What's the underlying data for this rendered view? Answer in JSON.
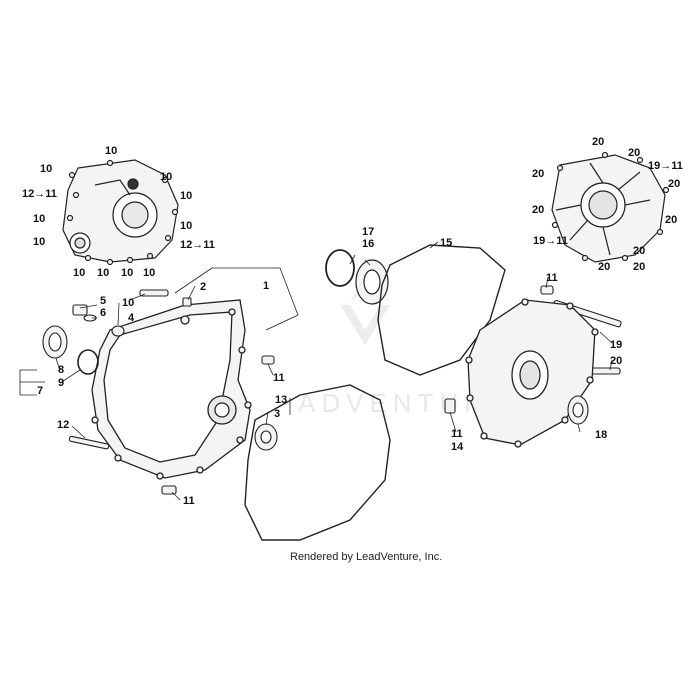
{
  "credit": "Rendered by LeadVenture, Inc.",
  "watermark": "ADVENTURE",
  "colors": {
    "line": "#222222",
    "part_fill": "#f4f4f4",
    "watermark": "#e6e6e6"
  },
  "labels": {
    "l1": "1",
    "l2": "2",
    "l3": "3",
    "l4": "4",
    "l5": "5",
    "l6": "6",
    "l7": "7",
    "l8": "8",
    "l9": "9",
    "l10": "10",
    "l11": "11",
    "l12": "12",
    "l13": "13",
    "l14": "14",
    "l15": "15",
    "l16": "16",
    "l17": "17",
    "l18": "18",
    "l19": "19",
    "l20": "20",
    "l12_11": "12→11",
    "l19_11": "19→11"
  }
}
